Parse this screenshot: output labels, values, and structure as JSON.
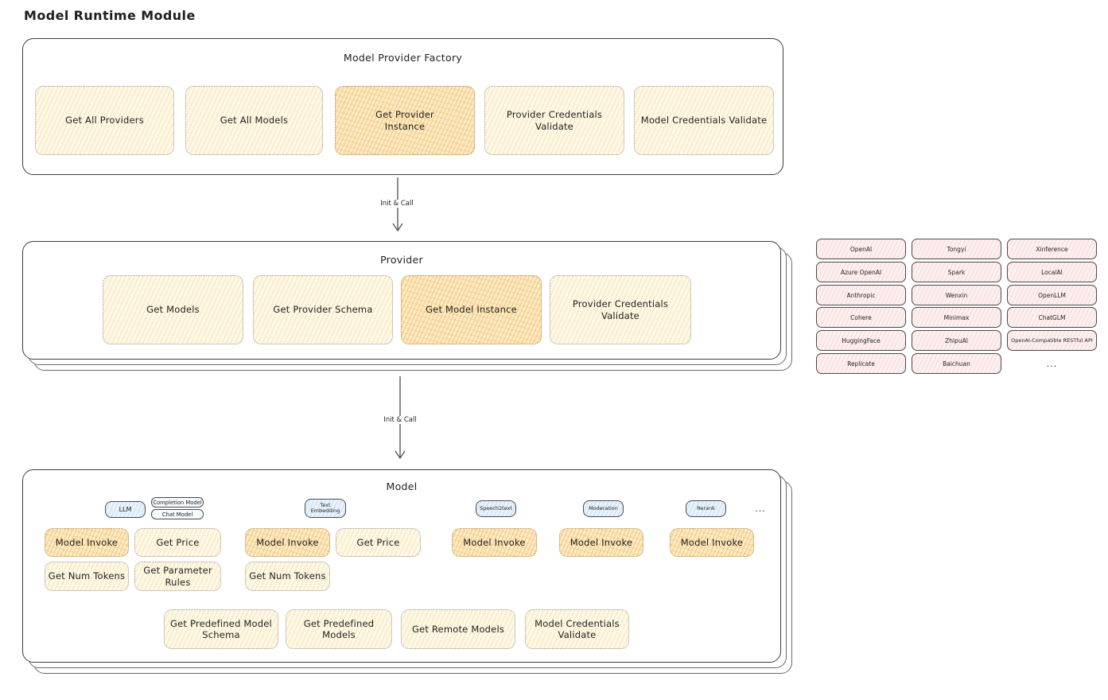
{
  "diagram_title": "Model Runtime Module",
  "factory": {
    "title": "Model Provider Factory",
    "items": [
      {
        "label": "Get All Providers",
        "highlight": false
      },
      {
        "label": "Get All Models",
        "highlight": false
      },
      {
        "label": "Get Provider Instance",
        "highlight": true
      },
      {
        "label": "Provider Credentials Validate",
        "highlight": false
      },
      {
        "label": "Model Credentials Validate",
        "highlight": false
      }
    ]
  },
  "arrow1_label": "Init & Call",
  "arrow2_label": "Init & Call",
  "provider": {
    "title": "Provider",
    "items": [
      {
        "label": "Get Models",
        "highlight": false
      },
      {
        "label": "Get Provider Schema",
        "highlight": false
      },
      {
        "label": "Get Model Instance",
        "highlight": true
      },
      {
        "label": "Provider Credentials Validate",
        "highlight": false
      }
    ]
  },
  "providers_grid": {
    "column1": [
      "OpenAI",
      "Azure OpenAI",
      "Anthropic",
      "Cohere",
      "HuggingFace",
      "Replicate"
    ],
    "column2": [
      "Tongyi",
      "Spark",
      "Wenxin",
      "Minimax",
      "ZhipuAI",
      "Baichuan"
    ],
    "column3": [
      "Xinference",
      "LocalAI",
      "OpenLLM",
      "ChatGLM",
      "OpenAI-Compatible RESTful API"
    ],
    "more": "..."
  },
  "model": {
    "title": "Model",
    "tabs": [
      "LLM",
      "Completion Model",
      "Chat Model",
      "Text Embedding",
      "Speech2text",
      "Moderation",
      "Rerank"
    ],
    "tabs_more": "...",
    "fn": {
      "model_invoke": "Model Invoke",
      "get_price": "Get Price",
      "get_num_tokens": "Get Num Tokens",
      "get_parameter_rules": "Get Parameter Rules",
      "get_predefined_model_schema": "Get Predefined Model Schema",
      "get_predefined_models": "Get Predefined Models",
      "get_remote_models": "Get Remote Models",
      "model_credentials_validate": "Model Credentials Validate"
    }
  },
  "colors": {
    "box_yellow": "#fdf8e7",
    "box_yellow_hatch": "#f0c86e",
    "box_orange": "#fcedcd",
    "box_orange_hatch": "#f2b046",
    "box_pink": "#fdf1f0",
    "box_pink_hatch": "#e88c8c",
    "box_blue": "#eaf3fc",
    "box_blue_hatch": "#82b4e1",
    "panel_border": "#3d3d3d",
    "dotted_border": "#9a9a9a",
    "text": "#1f1f1f"
  }
}
